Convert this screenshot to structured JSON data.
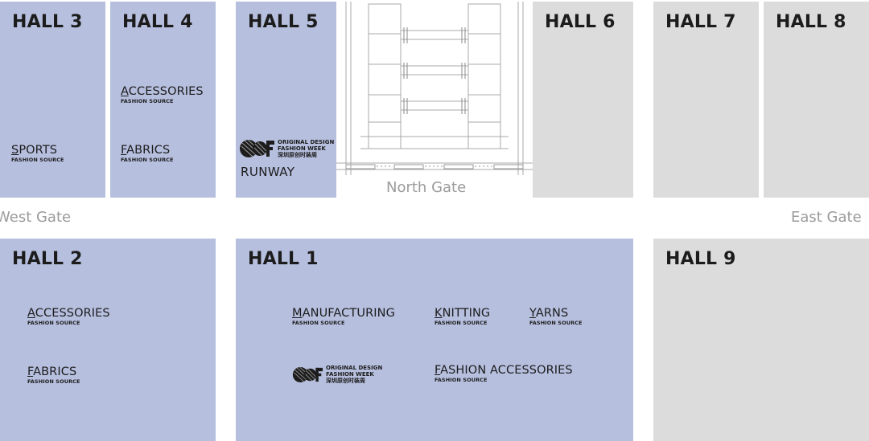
{
  "halls": {
    "hall3": {
      "title": "HALL 3",
      "categories": [
        {
          "name": "SPORTS",
          "sub": "FASHION SOURCE"
        }
      ]
    },
    "hall4": {
      "title": "HALL 4",
      "categories": [
        {
          "name": "ACCESSORIES",
          "sub": "FASHION SOURCE"
        },
        {
          "name": "FABRICS",
          "sub": "FASHION SOURCE"
        }
      ]
    },
    "hall5": {
      "title": "HALL 5",
      "logo": {
        "line1": "ORIGINAL DESIGN",
        "line2": "FASHION WEEK",
        "line3": "深圳原创时装周"
      },
      "runway": "RUNWAY"
    },
    "hall6": {
      "title": "HALL 6"
    },
    "hall7": {
      "title": "HALL 7"
    },
    "hall8": {
      "title": "HALL 8"
    },
    "hall2": {
      "title": "HALL 2",
      "categories": [
        {
          "name": "ACCESSORIES",
          "sub": "FASHION SOURCE"
        },
        {
          "name": "FABRICS",
          "sub": "FASHION SOURCE"
        }
      ]
    },
    "hall1": {
      "title": "HALL 1",
      "categories": [
        {
          "name": "MANUFACTURING",
          "sub": "FASHION SOURCE"
        },
        {
          "name": "KNITTING",
          "sub": "FASHION SOURCE"
        },
        {
          "name": "YARNS",
          "sub": "FASHION SOURCE"
        },
        {
          "name": "FASHION ACCESSORIES",
          "sub": "FASHION SOURCE"
        }
      ],
      "logo": {
        "line1": "ORIGINAL DESIGN",
        "line2": "FASHION WEEK",
        "line3": "深圳原创时装周"
      }
    },
    "hall9": {
      "title": "HALL 9"
    }
  },
  "gates": {
    "west": "West Gate",
    "north": "North Gate",
    "east": "East Gate"
  },
  "colors": {
    "active_hall": "#b6bfde",
    "inactive_hall": "#dcdcdc",
    "gate_text": "#9b9b9b",
    "label_text": "#1c1c1c"
  },
  "icons": {
    "odfw_logo": "odfw-logo-icon",
    "north_gate": "north-gate-structure-icon"
  }
}
